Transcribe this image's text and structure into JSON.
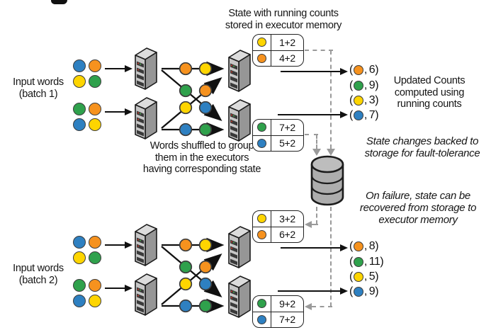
{
  "colors": {
    "blue": "#2e80c1",
    "orange": "#f6921e",
    "yellow": "#fed500",
    "green": "#2fa14c"
  },
  "decor": {
    "cropped_glyph": "letter-descender-fragment"
  },
  "punct": {
    "open": "(",
    "comma": ",",
    "close": ")"
  },
  "annotations": {
    "state_header": {
      "line1": "State with running counts",
      "line2": "stored in executor memory"
    },
    "shuffle_note": {
      "line1": "Words shuffled to group",
      "line2": "them in the executors",
      "line3": "having corresponding state"
    },
    "updated_counts_note": {
      "line1": "Updated Counts",
      "line2": "computed using",
      "line3": "running counts"
    },
    "state_backup_note": {
      "line1": "State changes backed to",
      "line2": "storage for fault-tolerance"
    },
    "recovery_note": {
      "line1": "On failure, state can be",
      "line2": "recovered from storage to",
      "line3": "executor memory"
    }
  },
  "storage_icon": "database-cylinder-stack",
  "batches": [
    {
      "label_line1": "Input words",
      "label_line2": "(batch 1)",
      "input_groups": [
        {
          "rows": [
            [
              "blue",
              "orange"
            ],
            [
              "yellow",
              "green"
            ]
          ]
        },
        {
          "rows": [
            [
              "green",
              "orange"
            ],
            [
              "blue",
              "yellow"
            ]
          ]
        }
      ],
      "shuffle_rows": [
        [
          "orange",
          "yellow"
        ],
        [
          "green",
          "orange"
        ],
        [
          "yellow",
          "blue"
        ],
        [
          "blue",
          "green"
        ]
      ],
      "state_boxes": [
        {
          "rows": [
            {
              "color": "yellow",
              "count": "1+2"
            },
            {
              "color": "orange",
              "count": "4+2"
            }
          ]
        },
        {
          "rows": [
            {
              "color": "green",
              "count": "7+2"
            },
            {
              "color": "blue",
              "count": "5+2"
            }
          ]
        }
      ],
      "outputs": [
        {
          "color": "orange",
          "value": "6"
        },
        {
          "color": "green",
          "value": "9"
        },
        {
          "color": "yellow",
          "value": "3"
        },
        {
          "color": "blue",
          "value": "7"
        }
      ]
    },
    {
      "label_line1": "Input words",
      "label_line2": "(batch 2)",
      "input_groups": [
        {
          "rows": [
            [
              "blue",
              "orange"
            ],
            [
              "yellow",
              "green"
            ]
          ]
        },
        {
          "rows": [
            [
              "green",
              "orange"
            ],
            [
              "blue",
              "yellow"
            ]
          ]
        }
      ],
      "shuffle_rows": [
        [
          "orange",
          "yellow"
        ],
        [
          "green",
          "orange"
        ],
        [
          "yellow",
          "blue"
        ],
        [
          "blue",
          "green"
        ]
      ],
      "state_boxes": [
        {
          "rows": [
            {
              "color": "yellow",
              "count": "3+2"
            },
            {
              "color": "orange",
              "count": "6+2"
            }
          ]
        },
        {
          "rows": [
            {
              "color": "green",
              "count": "9+2"
            },
            {
              "color": "blue",
              "count": "7+2"
            }
          ]
        }
      ],
      "outputs": [
        {
          "color": "orange",
          "value": "8"
        },
        {
          "color": "green",
          "value": "11"
        },
        {
          "color": "yellow",
          "value": "5"
        },
        {
          "color": "blue",
          "value": "9"
        }
      ]
    }
  ]
}
